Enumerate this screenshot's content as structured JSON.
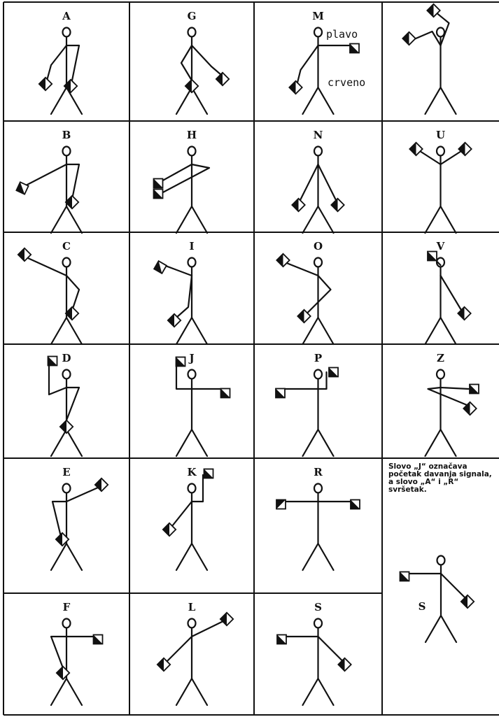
{
  "colors": {
    "ink": "#111111",
    "paper": "#ffffff"
  },
  "labels": {
    "plavo": "plavo",
    "crveno": "crveno"
  },
  "note_text": "Slovo „J“ označava početak davanja signala, a slovo „A“ i „R“ svršetak.",
  "cells": [
    {
      "letter": "A"
    },
    {
      "letter": "G"
    },
    {
      "letter": "M"
    },
    {
      "letter": ""
    },
    {
      "letter": "B"
    },
    {
      "letter": "H"
    },
    {
      "letter": "N"
    },
    {
      "letter": "U"
    },
    {
      "letter": "C"
    },
    {
      "letter": "I"
    },
    {
      "letter": "O"
    },
    {
      "letter": "V"
    },
    {
      "letter": "D"
    },
    {
      "letter": "J"
    },
    {
      "letter": "P"
    },
    {
      "letter": "Z"
    },
    {
      "letter": "E"
    },
    {
      "letter": "K"
    },
    {
      "letter": "R"
    },
    {
      "letter": "F"
    },
    {
      "letter": "L"
    },
    {
      "letter": "S"
    }
  ],
  "example": {
    "letter": "S"
  }
}
